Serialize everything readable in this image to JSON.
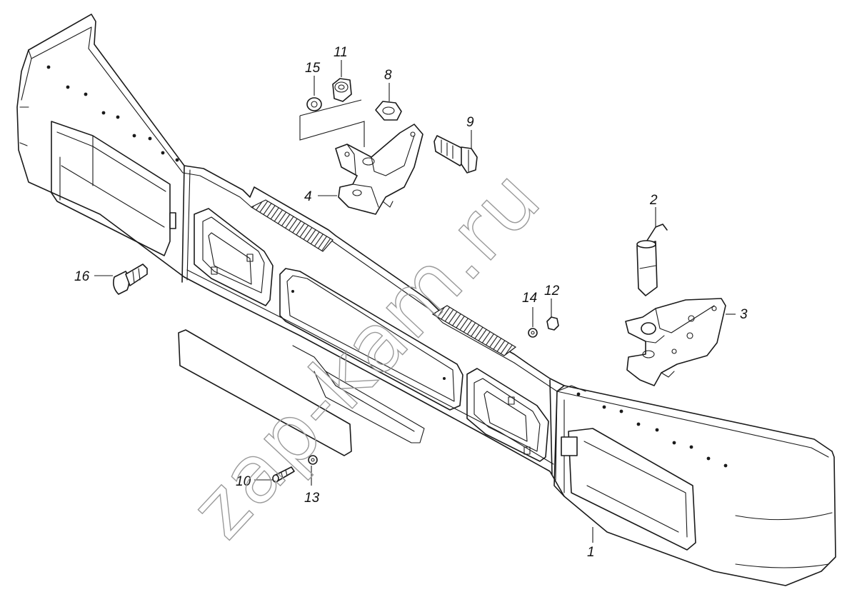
{
  "watermark": "zap-kam.ru",
  "callouts": [
    {
      "id": "c1",
      "label": "1"
    },
    {
      "id": "c2",
      "label": "2"
    },
    {
      "id": "c3",
      "label": "3"
    },
    {
      "id": "c4",
      "label": "4"
    },
    {
      "id": "c8",
      "label": "8"
    },
    {
      "id": "c9",
      "label": "9"
    },
    {
      "id": "c10",
      "label": "10"
    },
    {
      "id": "c11",
      "label": "11"
    },
    {
      "id": "c12",
      "label": "12"
    },
    {
      "id": "c13",
      "label": "13"
    },
    {
      "id": "c14",
      "label": "14"
    },
    {
      "id": "c15",
      "label": "15"
    },
    {
      "id": "c16",
      "label": "16"
    }
  ]
}
